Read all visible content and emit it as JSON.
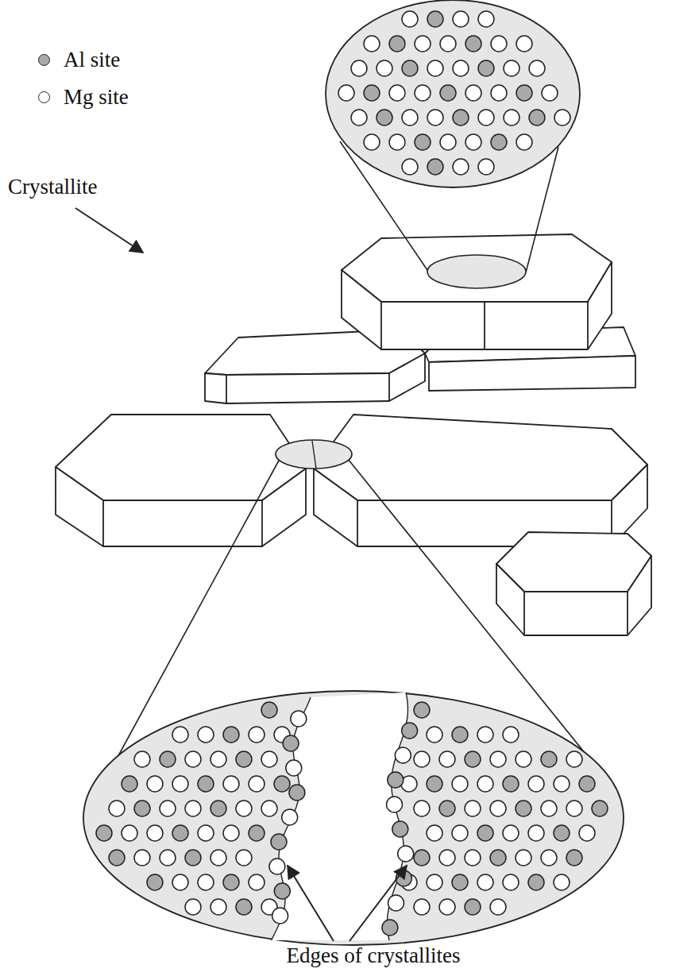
{
  "diagram": {
    "labels": [
      "Crystallite",
      "Edges of crystallites"
    ],
    "legend": [
      {
        "text": "Al site",
        "color": "#a9a9a9"
      },
      {
        "text": "Mg site",
        "color": "#ffffff"
      }
    ]
  }
}
